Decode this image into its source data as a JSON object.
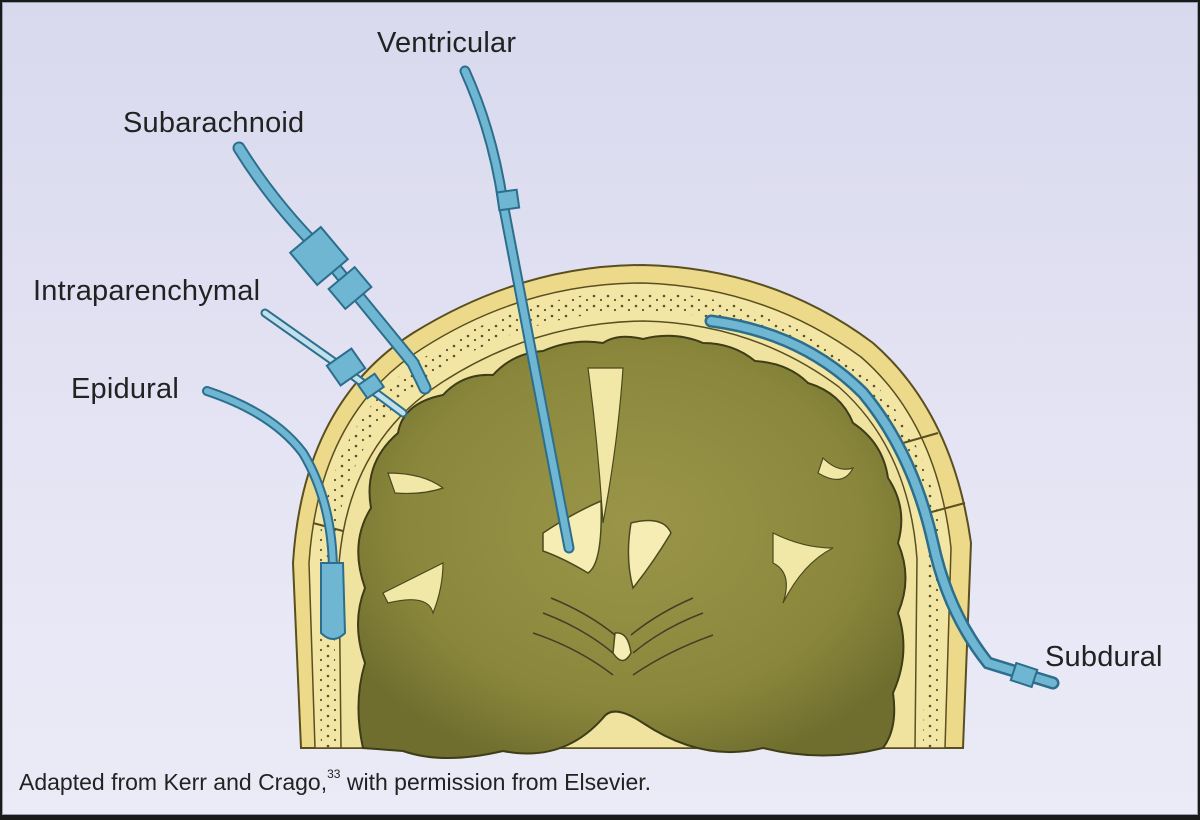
{
  "labels": {
    "ventricular": "Ventricular",
    "subarachnoid": "Subarachnoid",
    "intraparenchymal": "Intraparenchymal",
    "epidural": "Epidural",
    "subdural": "Subdural"
  },
  "caption": {
    "text_before": "Adapted from Kerr and Crago,",
    "reference": "33",
    "text_after": " with permission from Elsevier."
  },
  "colors": {
    "catheter": "#6fb6d3",
    "catheter_outline": "#2c6e8c",
    "brain": "#8c8a3e",
    "brain_dark": "#6f7030",
    "skull_outer": "#e8d77a",
    "skull_bone": "#f3e6a4",
    "background": "#dedef0"
  }
}
